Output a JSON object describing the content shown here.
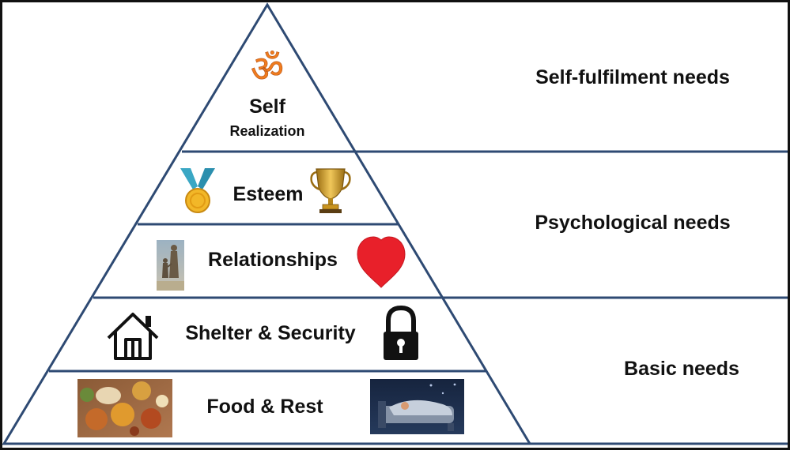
{
  "pyramid": {
    "levels": [
      {
        "label": "Self",
        "sublabel": "Realization",
        "icon": "om-symbol-icon"
      },
      {
        "label": "Esteem",
        "icons": [
          "medal-icon",
          "trophy-icon"
        ]
      },
      {
        "label": "Relationships",
        "icons": [
          "family-statue-image",
          "heart-icon"
        ]
      },
      {
        "label": "Shelter & Security",
        "icons": [
          "house-icon",
          "padlock-icon"
        ]
      },
      {
        "label": "Food & Rest",
        "icons": [
          "food-platter-image",
          "sleeping-person-image"
        ]
      }
    ]
  },
  "categories": [
    {
      "label": "Self-fulfilment needs"
    },
    {
      "label": "Psychological needs"
    },
    {
      "label": "Basic needs"
    }
  ],
  "colors": {
    "outline": "#2e4a73",
    "heart": "#e8202a",
    "om": "#f07c1e",
    "medal_ribbon": "#3aa7c4",
    "medal_gold": "#f2b728",
    "trophy_gold": "#c9941e",
    "text": "#111111"
  }
}
